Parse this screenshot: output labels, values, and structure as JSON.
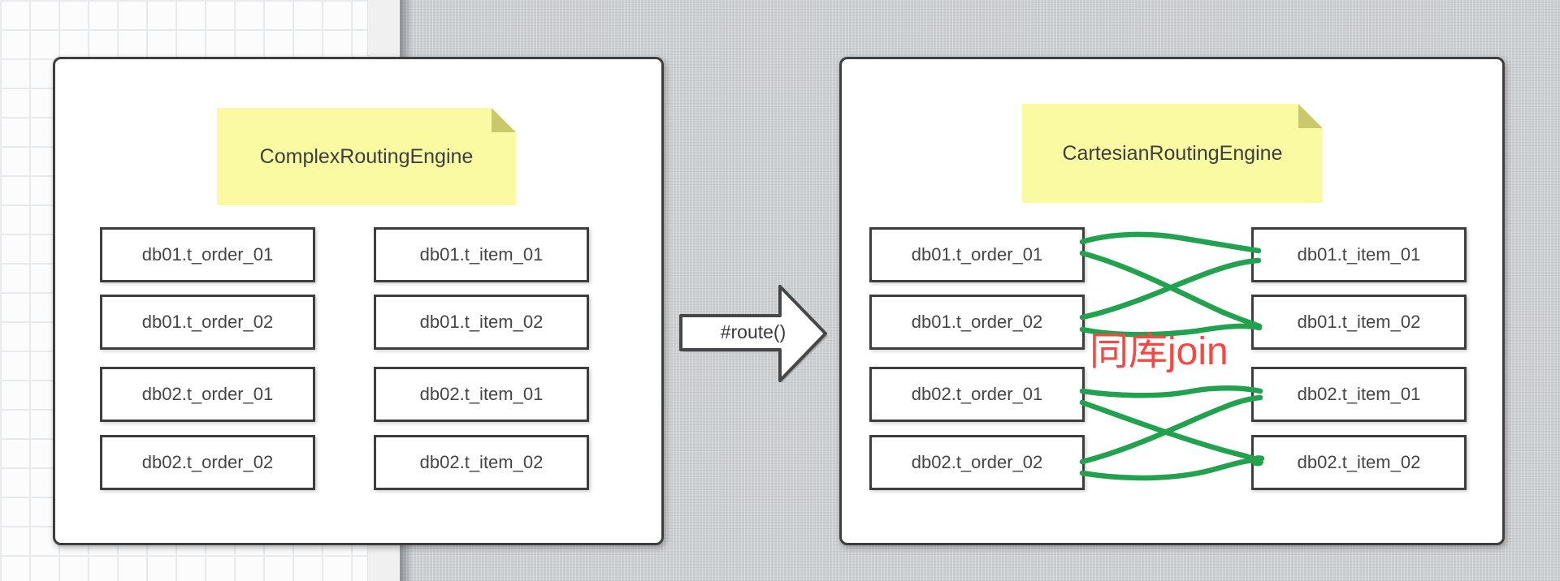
{
  "left_panel": {
    "title": "ComplexRoutingEngine",
    "order_tables": [
      "db01.t_order_01",
      "db01.t_order_02",
      "db02.t_order_01",
      "db02.t_order_02"
    ],
    "item_tables": [
      "db01.t_item_01",
      "db01.t_item_02",
      "db02.t_item_01",
      "db02.t_item_02"
    ]
  },
  "transform_arrow": {
    "label": "#route()"
  },
  "right_panel": {
    "title": "CartesianRoutingEngine",
    "order_tables": [
      "db01.t_order_01",
      "db01.t_order_02",
      "db02.t_order_01",
      "db02.t_order_02"
    ],
    "item_tables": [
      "db01.t_item_01",
      "db01.t_item_02",
      "db02.t_item_01",
      "db02.t_item_02"
    ],
    "annotation": "同库join",
    "connections": [
      {
        "from": "db01.t_order_01",
        "to": "db01.t_item_01"
      },
      {
        "from": "db01.t_order_01",
        "to": "db01.t_item_02"
      },
      {
        "from": "db01.t_order_02",
        "to": "db01.t_item_01"
      },
      {
        "from": "db01.t_order_02",
        "to": "db01.t_item_02"
      },
      {
        "from": "db02.t_order_01",
        "to": "db02.t_item_01"
      },
      {
        "from": "db02.t_order_01",
        "to": "db02.t_item_02"
      },
      {
        "from": "db02.t_order_02",
        "to": "db02.t_item_01"
      },
      {
        "from": "db02.t_order_02",
        "to": "db02.t_item_02"
      }
    ]
  },
  "colors": {
    "note_yellow": "#fafaa3",
    "note_fold": "#c9c96c",
    "connector_green": "#22a14e",
    "annotation_red": "#f74742",
    "border_dark": "#3e3e3e",
    "canvas_gray": "#cbced1",
    "grid_paper": "#fcfcfc"
  }
}
